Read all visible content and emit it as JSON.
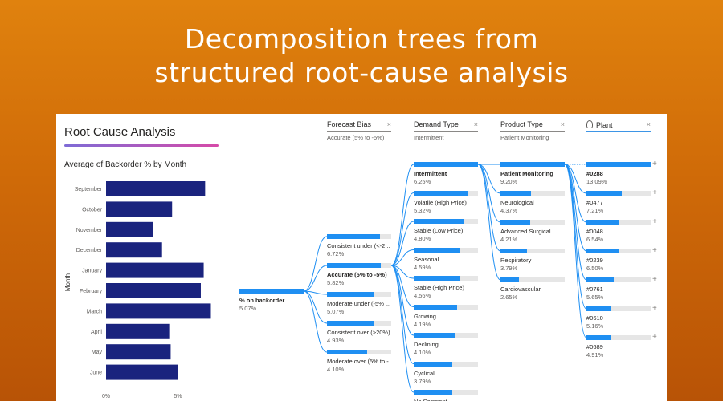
{
  "banner": {
    "line1": "Decomposition trees from",
    "line2": "structured root-cause analysis"
  },
  "panel": {
    "title": "Root Cause Analysis"
  },
  "chart_data": {
    "type": "bar",
    "orientation": "horizontal",
    "title": "Average of Backorder % by Month",
    "ylabel": "Month",
    "xlabel": "",
    "categories": [
      "September",
      "October",
      "November",
      "December",
      "January",
      "February",
      "March",
      "April",
      "May",
      "June"
    ],
    "values": [
      6.9,
      4.6,
      3.3,
      3.9,
      6.8,
      6.6,
      7.3,
      4.4,
      4.5,
      5.0
    ],
    "xticks": [
      "0%",
      "5%"
    ],
    "xlim": [
      0,
      8
    ],
    "bar_color": "#1a237e",
    "grid": false
  },
  "tree": {
    "root": {
      "label": "% on backorder",
      "value": "5.07%",
      "fraction": 1.0
    },
    "levels": [
      {
        "header": "Forecast Bias",
        "subtitle": "Accurate (5% to -5%)",
        "active": false,
        "close": "×",
        "nodes": [
          {
            "label": "Consistent under (<-2...",
            "value": "6.72%",
            "fraction": 0.82
          },
          {
            "label": "Accurate (5% to -5%)",
            "value": "5.82%",
            "fraction": 0.84,
            "selected": true
          },
          {
            "label": "Moderate under (-5% ...",
            "value": "5.07%",
            "fraction": 0.74
          },
          {
            "label": "Consistent over (>20%)",
            "value": "4.93%",
            "fraction": 0.72
          },
          {
            "label": "Moderate over (5% to -...",
            "value": "4.10%",
            "fraction": 0.62
          }
        ]
      },
      {
        "header": "Demand Type",
        "subtitle": "Intermittent",
        "active": false,
        "close": "×",
        "nodes": [
          {
            "label": "Intermittent",
            "value": "6.25%",
            "fraction": 1.0,
            "selected": true
          },
          {
            "label": "Volatile (High Price)",
            "value": "5.32%",
            "fraction": 0.85
          },
          {
            "label": "Stable (Low Price)",
            "value": "4.80%",
            "fraction": 0.77
          },
          {
            "label": "Seasonal",
            "value": "4.59%",
            "fraction": 0.73
          },
          {
            "label": "Stable (High Price)",
            "value": "4.56%",
            "fraction": 0.73
          },
          {
            "label": "Growing",
            "value": "4.19%",
            "fraction": 0.67
          },
          {
            "label": "Declining",
            "value": "4.10%",
            "fraction": 0.65
          },
          {
            "label": "Cyclical",
            "value": "3.79%",
            "fraction": 0.6
          },
          {
            "label": "No Segment",
            "value": "",
            "fraction": 0.6
          }
        ]
      },
      {
        "header": "Product Type",
        "subtitle": "Patient Monitoring",
        "active": false,
        "close": "×",
        "nodes": [
          {
            "label": "Patient Monitoring",
            "value": "9.20%",
            "fraction": 1.0,
            "selected": true
          },
          {
            "label": "Neurological",
            "value": "4.37%",
            "fraction": 0.48
          },
          {
            "label": "Advanced Surgical",
            "value": "4.21%",
            "fraction": 0.46
          },
          {
            "label": "Respiratory",
            "value": "3.79%",
            "fraction": 0.41
          },
          {
            "label": "Cardiovascular",
            "value": "2.65%",
            "fraction": 0.29
          }
        ]
      },
      {
        "header": "Plant",
        "subtitle": "",
        "active": true,
        "close": "×",
        "nodes": [
          {
            "label": "#0288",
            "value": "13.09%",
            "fraction": 1.0,
            "selected": true
          },
          {
            "label": "#0477",
            "value": "7.21%",
            "fraction": 0.55
          },
          {
            "label": "#0048",
            "value": "6.54%",
            "fraction": 0.5
          },
          {
            "label": "#0239",
            "value": "6.50%",
            "fraction": 0.5
          },
          {
            "label": "#0761",
            "value": "5.65%",
            "fraction": 0.43
          },
          {
            "label": "#0610",
            "value": "5.16%",
            "fraction": 0.39
          },
          {
            "label": "#0689",
            "value": "4.91%",
            "fraction": 0.37
          }
        ]
      }
    ],
    "expand_symbol": "+",
    "colors": {
      "bar": "#1f8ff2",
      "track": "#e6e6e6",
      "connector": "#1f8ff2"
    }
  }
}
